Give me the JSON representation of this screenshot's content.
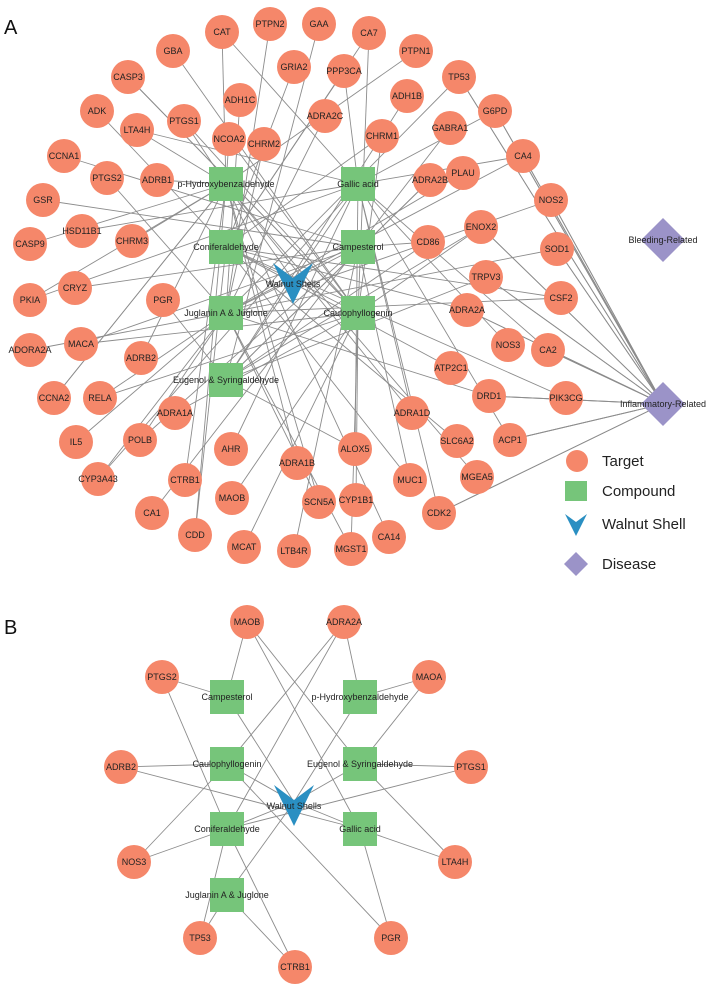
{
  "colors": {
    "target": "#f5876a",
    "compound": "#76c57a",
    "hub": "#2a8fc2",
    "disease": "#9b93c8",
    "edge": "#8c8c8c"
  },
  "legend": {
    "target": "Target",
    "compound": "Compound",
    "hub": "Walnut Shell",
    "disease": "Disease"
  },
  "panels": [
    {
      "label": "A",
      "hub": "Walnut Shells",
      "compounds": [
        "p-Hydroxybenzaldehyde",
        "Gallic acid",
        "Coniferaldehyde",
        "Campesterol",
        "Juglanin A & Juglone",
        "Caulophyllogenin",
        "Eugenol & Syringaldehyde"
      ],
      "diseases": [
        "Bleeding-Related",
        "Inflammatory-Related"
      ],
      "targets": [
        "CAT",
        "PTPN2",
        "GAA",
        "CA7",
        "GBA",
        "PTPN1",
        "CASP3",
        "ADH1C",
        "GRIA2",
        "PPP3CA",
        "TP53",
        "ADK",
        "PTGS1",
        "ADH1B",
        "G6PD",
        "LTA4H",
        "CHRM2",
        "ADRA2C",
        "CHRM1",
        "GABRA1",
        "CCNA1",
        "NCOA2",
        "PTGS2",
        "ADRB1",
        "CA4",
        "PLAU",
        "GSR",
        "ADRA2B",
        "NOS2",
        "HSD11B1",
        "ENOX2",
        "CASP9",
        "CHRM3",
        "CD86",
        "SOD1",
        "CRYZ",
        "PKIA",
        "PGR",
        "TRPV3",
        "CSF2",
        "ADRA2A",
        "ADORA2A",
        "MACA",
        "NOS3",
        "CA2",
        "CCNA2",
        "ADRB2",
        "ATP2C1",
        "RELA",
        "PIK3CG",
        "DRD1",
        "ADRA1D",
        "ADRA1A",
        "IL5",
        "POLB",
        "SLC6A2",
        "ACP1",
        "ALOX5",
        "AHR",
        "MGEA5",
        "CYP3A43",
        "CTRB1",
        "ADRA1B",
        "MUC1",
        "CA1",
        "MAOB",
        "SCN5A",
        "CYP1B1",
        "CDK2",
        "CDD",
        "MCAT",
        "CA14",
        "MGST1",
        "LTB4R"
      ]
    },
    {
      "label": "B",
      "hub": "Walnut Shells",
      "compounds": [
        "Campesterol",
        "p-Hydroxybenzaldehyde",
        "Caulophyllogenin",
        "Eugenol & Syringaldehyde",
        "Coniferaldehyde",
        "Gallic acid",
        "Juglanin A & Juglone"
      ],
      "targets": [
        "MAOB",
        "ADRA2A",
        "PTGS2",
        "MAOA",
        "ADRB2",
        "PTGS1",
        "NOS3",
        "LTA4H",
        "TP53",
        "PGR",
        "CTRB1"
      ]
    }
  ]
}
